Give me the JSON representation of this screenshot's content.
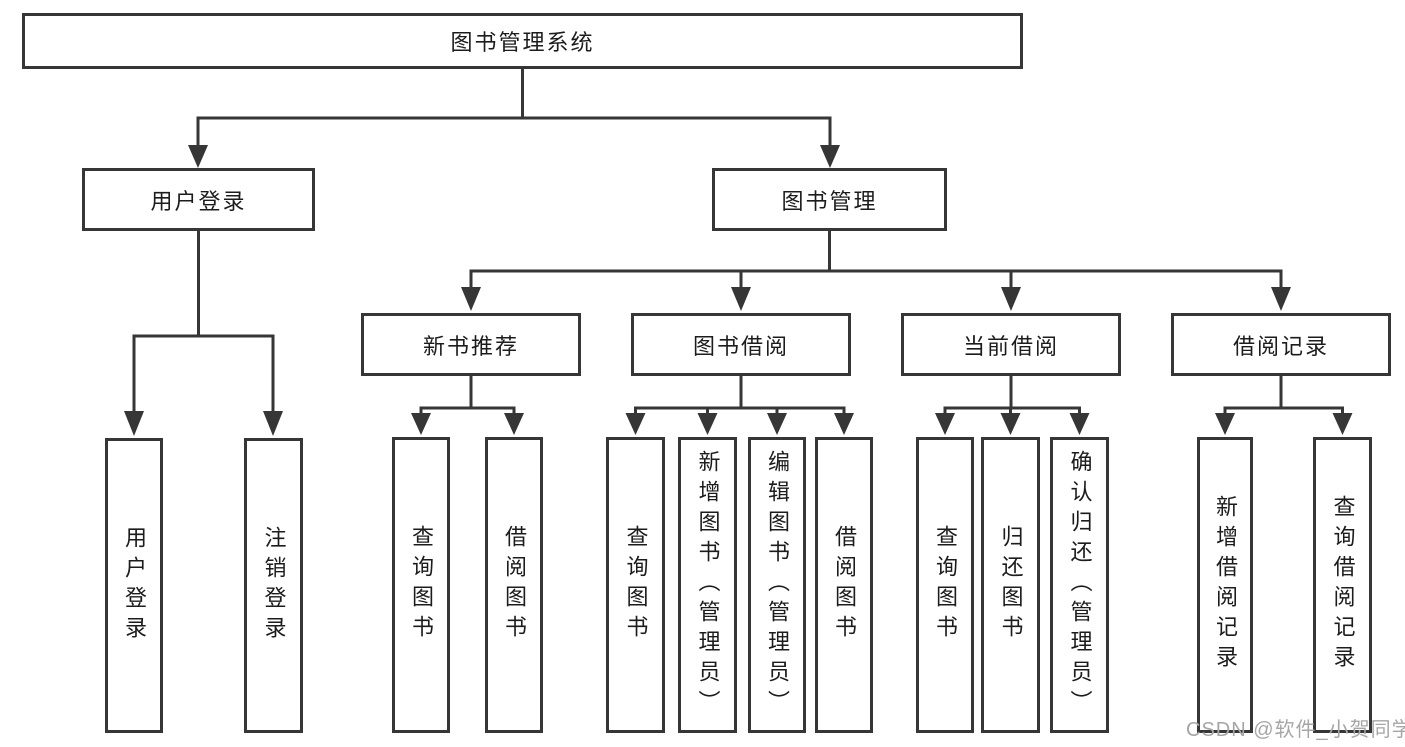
{
  "tree": {
    "root": {
      "label": "图书管理系统"
    },
    "branches": [
      {
        "label": "用户登录",
        "children": [
          {
            "label": "用户登录"
          },
          {
            "label": "注销登录"
          }
        ]
      },
      {
        "label": "图书管理",
        "children": [
          {
            "label": "新书推荐",
            "children": [
              {
                "label": "查询图书"
              },
              {
                "label": "借阅图书"
              }
            ]
          },
          {
            "label": "图书借阅",
            "children": [
              {
                "label": "查询图书"
              },
              {
                "label": "新增图书（管理员）"
              },
              {
                "label": "编辑图书（管理员）"
              },
              {
                "label": "借阅图书"
              }
            ]
          },
          {
            "label": "当前借阅",
            "children": [
              {
                "label": "查询图书"
              },
              {
                "label": "归还图书"
              },
              {
                "label": "确认归还（管理员）"
              }
            ]
          },
          {
            "label": "借阅记录",
            "children": [
              {
                "label": "新增借阅记录"
              },
              {
                "label": "查询借阅记录"
              }
            ]
          }
        ]
      }
    ]
  },
  "watermark": {
    "text": "CSDN @软件_小贺同学"
  },
  "colors": {
    "line": "#363636",
    "text": "#1c1c1c",
    "background": "#ffffff",
    "watermark": "#a6a6a6"
  }
}
